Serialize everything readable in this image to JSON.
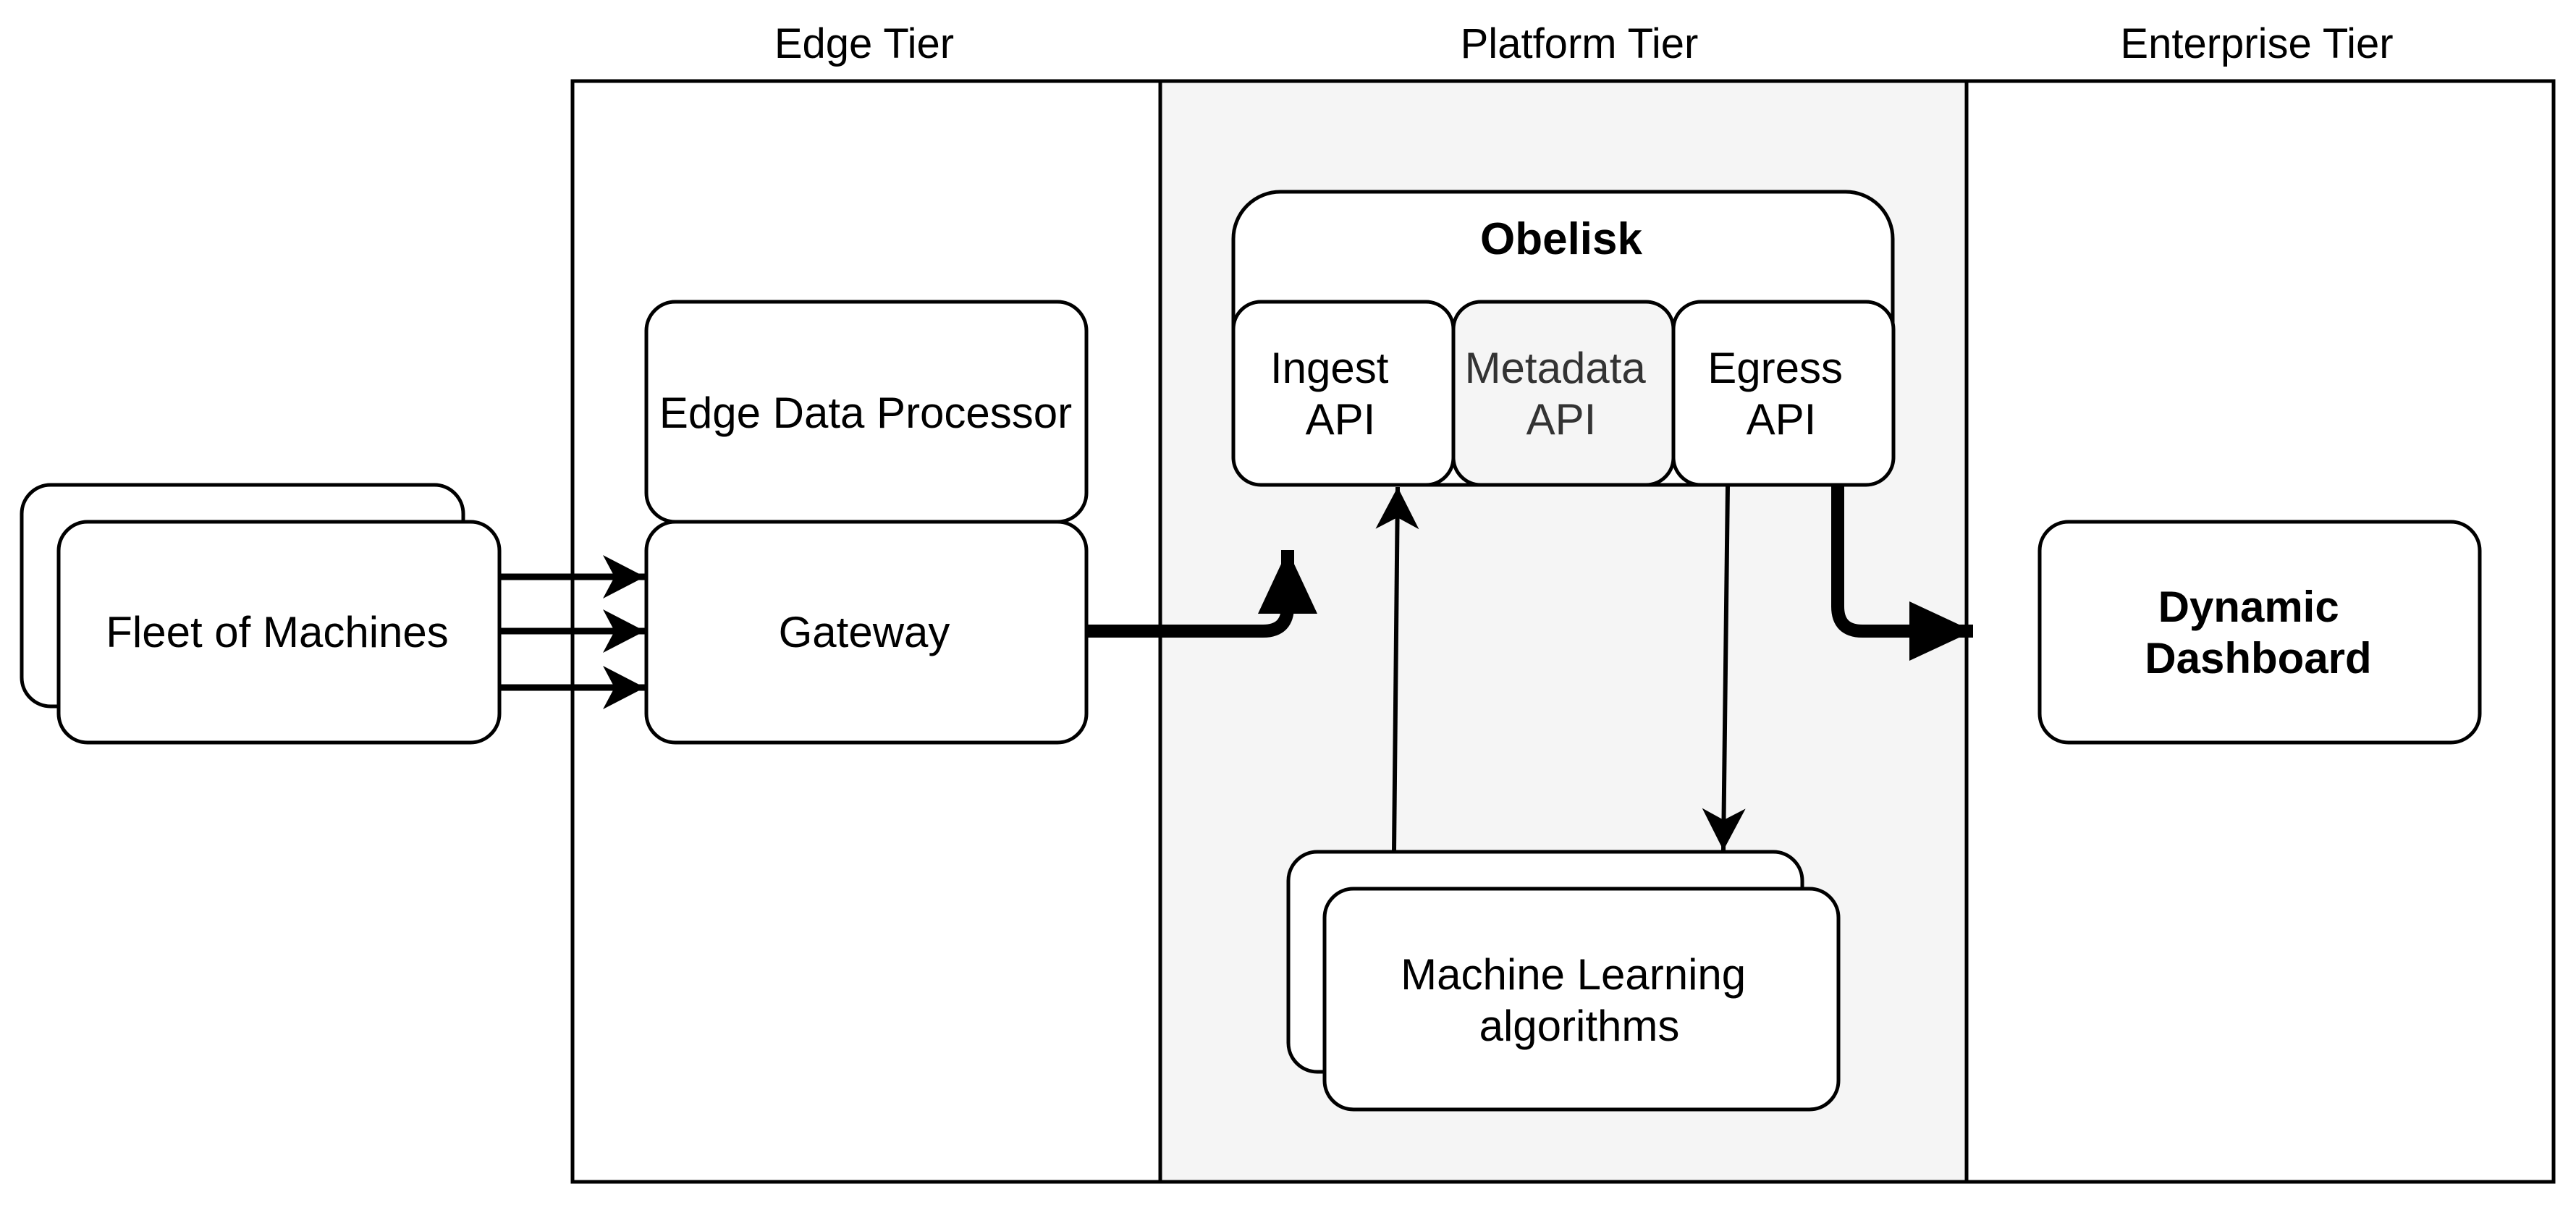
{
  "diagram": {
    "tiers": {
      "edge": "Edge Tier",
      "platform": "Platform Tier",
      "enterprise": "Enterprise Tier"
    },
    "nodes": {
      "fleet": "Fleet of Machines",
      "edge_processor": "Edge Data Processor",
      "gateway": "Gateway",
      "obelisk": "Obelisk",
      "ingest_api": [
        "Ingest",
        "API"
      ],
      "metadata_api": [
        "Metadata",
        "API"
      ],
      "egress_api": [
        "Egress",
        "API"
      ],
      "ml": [
        "Machine Learning",
        "algorithms"
      ],
      "dashboard": [
        "Dynamic",
        "Dashboard"
      ]
    },
    "colors": {
      "platform_background": "#f5f5f5",
      "stroke": "#000000",
      "muted_text": "#333333"
    }
  }
}
